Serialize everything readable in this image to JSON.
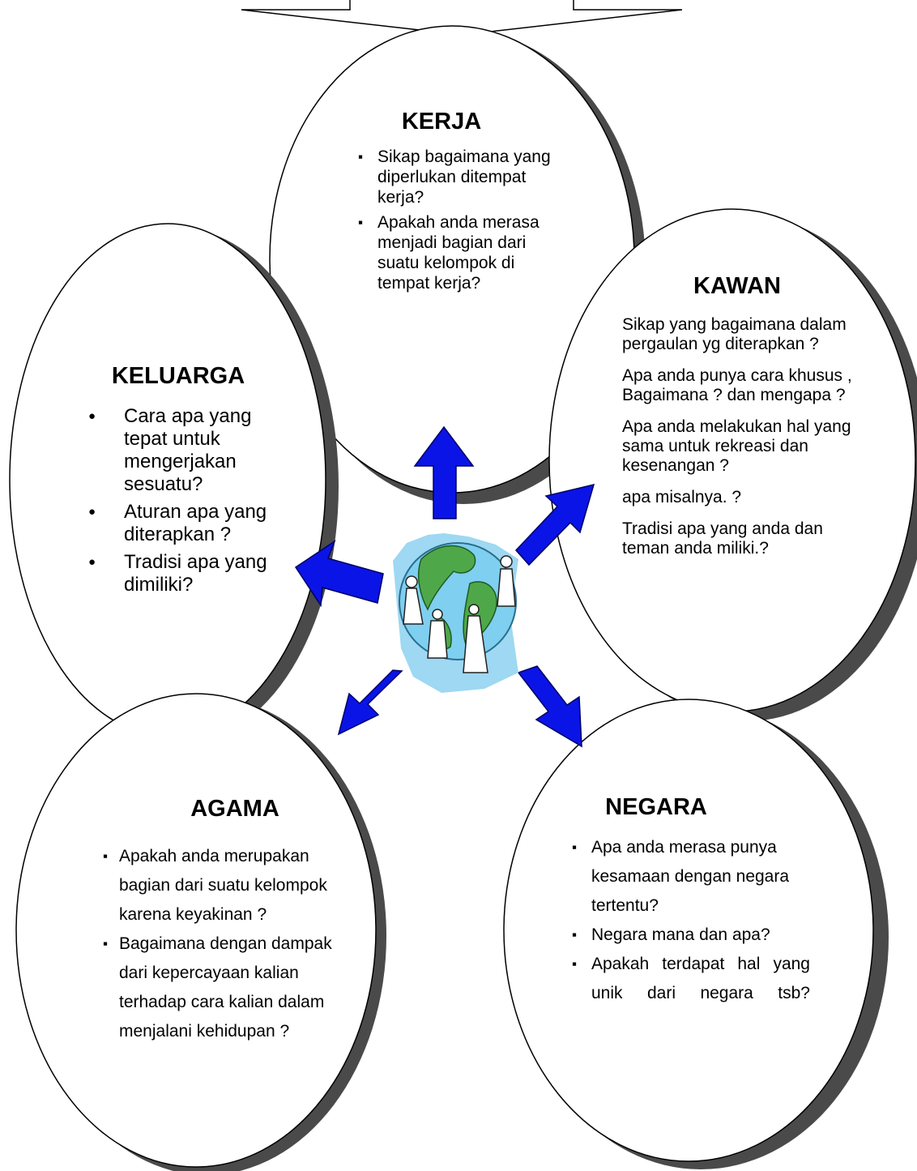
{
  "colors": {
    "outline": "#000000",
    "shadow": "#4a4a4a",
    "arrow_fill": "#0a14e6",
    "arrow_edge": "#000066",
    "globe_ocean": "#7ecff0",
    "globe_land": "#4ea84a"
  },
  "center": {
    "icon": "globe-with-people-icon"
  },
  "kerja": {
    "title": "KERJA",
    "items": [
      "Sikap bagaimana yang diperlukan ditempat kerja?",
      "Apakah anda merasa menjadi bagian dari suatu kelompok di tempat kerja?"
    ]
  },
  "kawan": {
    "title": "KAWAN",
    "paragraphs": [
      "Sikap yang  bagaimana dalam pergaulan yg diterapkan ?",
      "Apa anda punya cara khusus , Bagaimana ? dan mengapa ?",
      "Apa anda melakukan hal yang sama  untuk rekreasi dan kesenangan  ?",
      "apa misalnya. ?",
      "Tradisi apa  yang anda dan teman  anda miliki.?"
    ]
  },
  "keluarga": {
    "title": "KELUARGA",
    "items": [
      "Cara apa yang tepat  untuk mengerjakan sesuatu?",
      "Aturan  apa yang diterapkan ?",
      "Tradisi apa yang dimiliki?"
    ]
  },
  "agama": {
    "title": "AGAMA",
    "items": [
      "Apakah anda merupakan bagian dari suatu kelompok karena keyakinan ?",
      "Bagaimana dengan dampak dari kepercayaan kalian terhadap cara kalian dalam menjalani kehidupan ?"
    ]
  },
  "negara": {
    "title": "NEGARA",
    "items": [
      "Apa anda merasa punya kesamaan dengan negara tertentu?",
      "Negara mana dan apa?",
      "Apakah  terdapat  hal yang  unik  dari  negara tsb?"
    ]
  }
}
